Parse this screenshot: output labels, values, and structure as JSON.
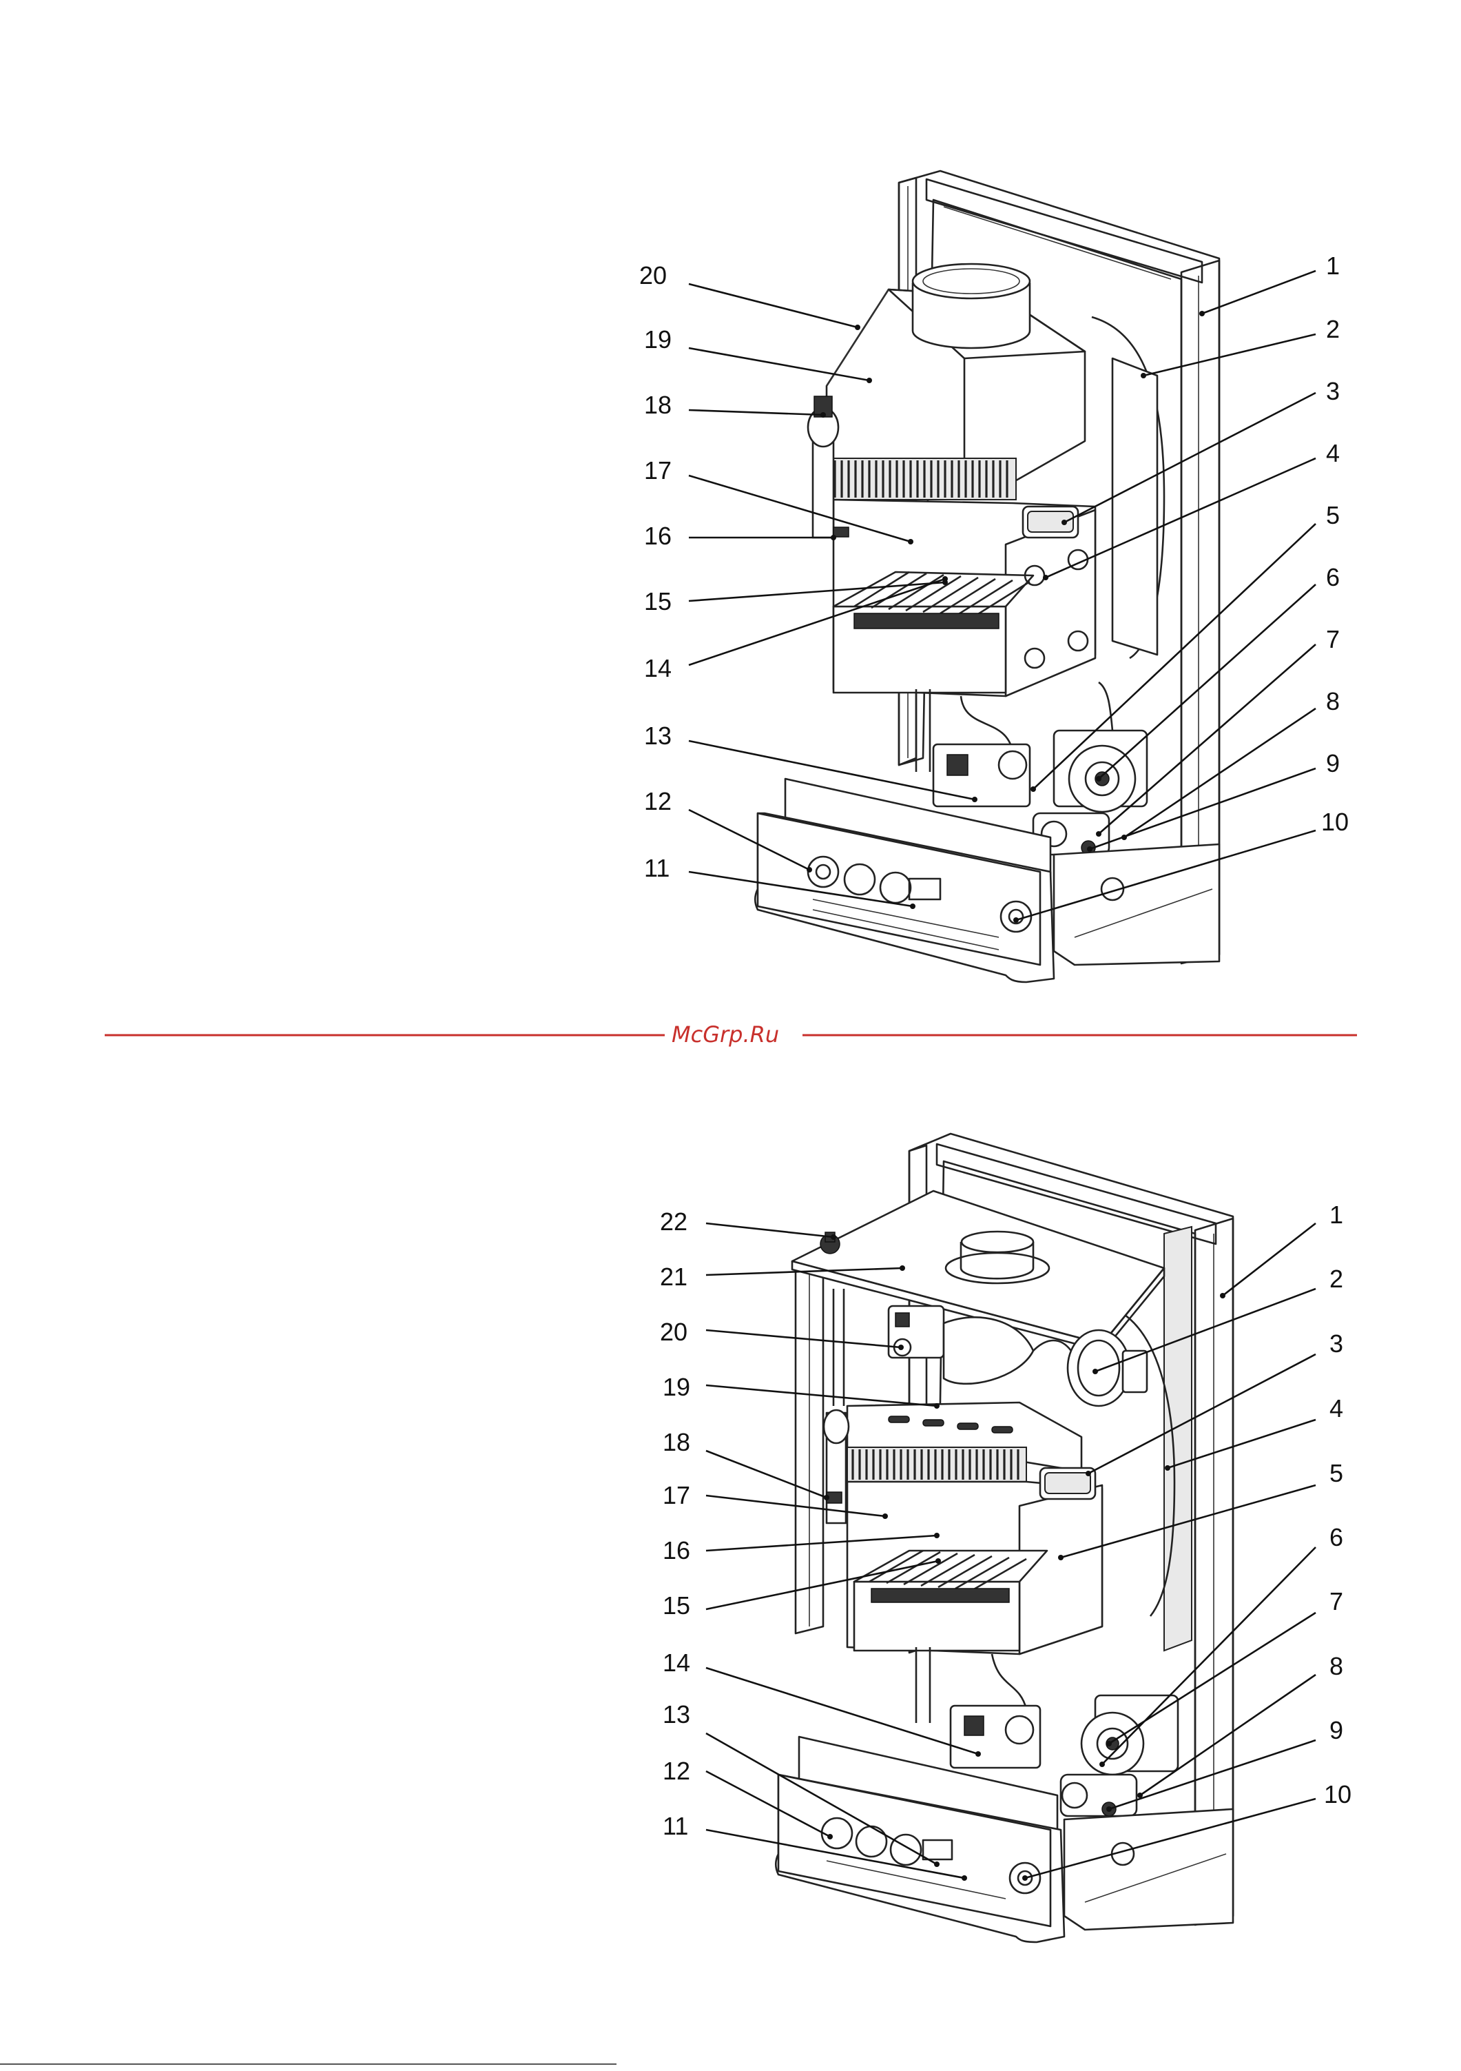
{
  "watermark": "McGrp.Ru",
  "top_diagram": {
    "labels": [
      "1",
      "2",
      "3",
      "4",
      "5",
      "6",
      "7",
      "8",
      "9",
      "10",
      "11",
      "12",
      "13",
      "14",
      "15",
      "16",
      "17",
      "18",
      "19",
      "20"
    ]
  },
  "bottom_diagram": {
    "labels": [
      "1",
      "2",
      "3",
      "4",
      "5",
      "6",
      "7",
      "8",
      "9",
      "10",
      "11",
      "12",
      "13",
      "14",
      "15",
      "16",
      "17",
      "18",
      "19",
      "20",
      "21",
      "22"
    ]
  },
  "colors": {
    "divider": "#c8302c",
    "line": "#222222"
  }
}
